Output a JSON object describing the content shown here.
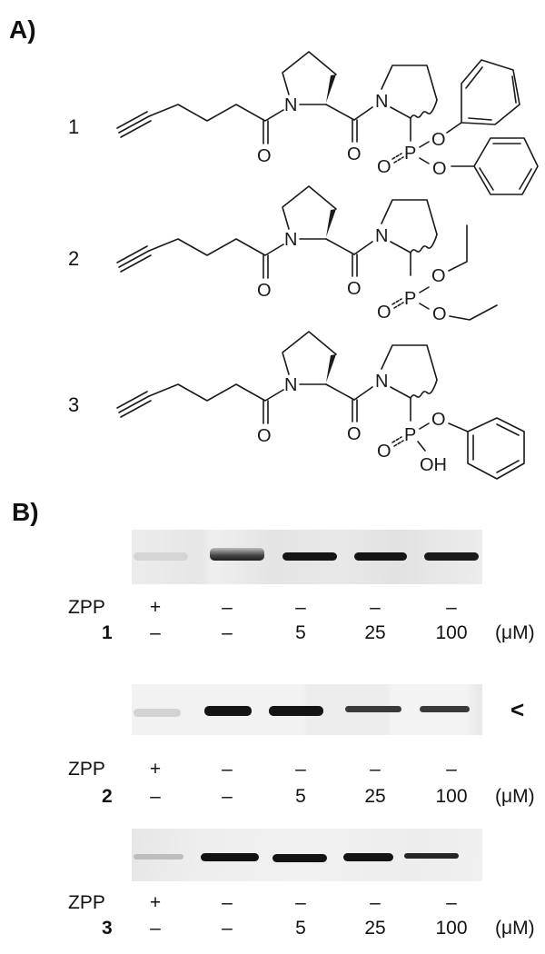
{
  "panels": {
    "A": {
      "label": "A)"
    },
    "B": {
      "label": "B)"
    }
  },
  "structures": [
    {
      "number": "1",
      "ester_groups": [
        "phenoxy",
        "phenoxy"
      ],
      "atoms": {
        "n1": "N",
        "n2": "N",
        "o_amide1": "O",
        "o_amide2": "O",
        "p": "P",
        "o_double": "O",
        "o_a": "O",
        "o_b": "O"
      }
    },
    {
      "number": "2",
      "ester_groups": [
        "ethoxy",
        "ethoxy"
      ],
      "atoms": {
        "n1": "N",
        "n2": "N",
        "o_amide1": "O",
        "o_amide2": "O",
        "p": "P",
        "o_double": "O",
        "o_a": "O",
        "o_b": "O"
      }
    },
    {
      "number": "3",
      "ester_groups": [
        "phenoxy",
        "hydroxy"
      ],
      "atoms": {
        "n1": "N",
        "n2": "N",
        "o_amide1": "O",
        "o_amide2": "O",
        "p": "P",
        "o_double": "O",
        "o_a": "O",
        "o_b": "OH"
      }
    }
  ],
  "gels": [
    {
      "compound": "1",
      "zpp_label": "ZPP",
      "zpp": [
        "+",
        "–",
        "–",
        "–",
        "–"
      ],
      "conc": [
        "–",
        "–",
        "5",
        "25",
        "100"
      ],
      "unit": "(μM)",
      "band_intensity": [
        0.15,
        0.95,
        0.95,
        0.95,
        0.92
      ],
      "marker": ""
    },
    {
      "compound": "2",
      "zpp_label": "ZPP",
      "zpp": [
        "+",
        "–",
        "–",
        "–",
        "–"
      ],
      "conc": [
        "–",
        "–",
        "5",
        "25",
        "100"
      ],
      "unit": "(μM)",
      "band_intensity": [
        0.2,
        0.95,
        0.95,
        0.7,
        0.65
      ],
      "marker": "<"
    },
    {
      "compound": "3",
      "zpp_label": "ZPP",
      "zpp": [
        "+",
        "–",
        "–",
        "–",
        "–"
      ],
      "conc": [
        "–",
        "–",
        "5",
        "25",
        "100"
      ],
      "unit": "(μM)",
      "band_intensity": [
        0.35,
        0.98,
        0.95,
        0.95,
        0.85
      ],
      "marker": ""
    }
  ]
}
